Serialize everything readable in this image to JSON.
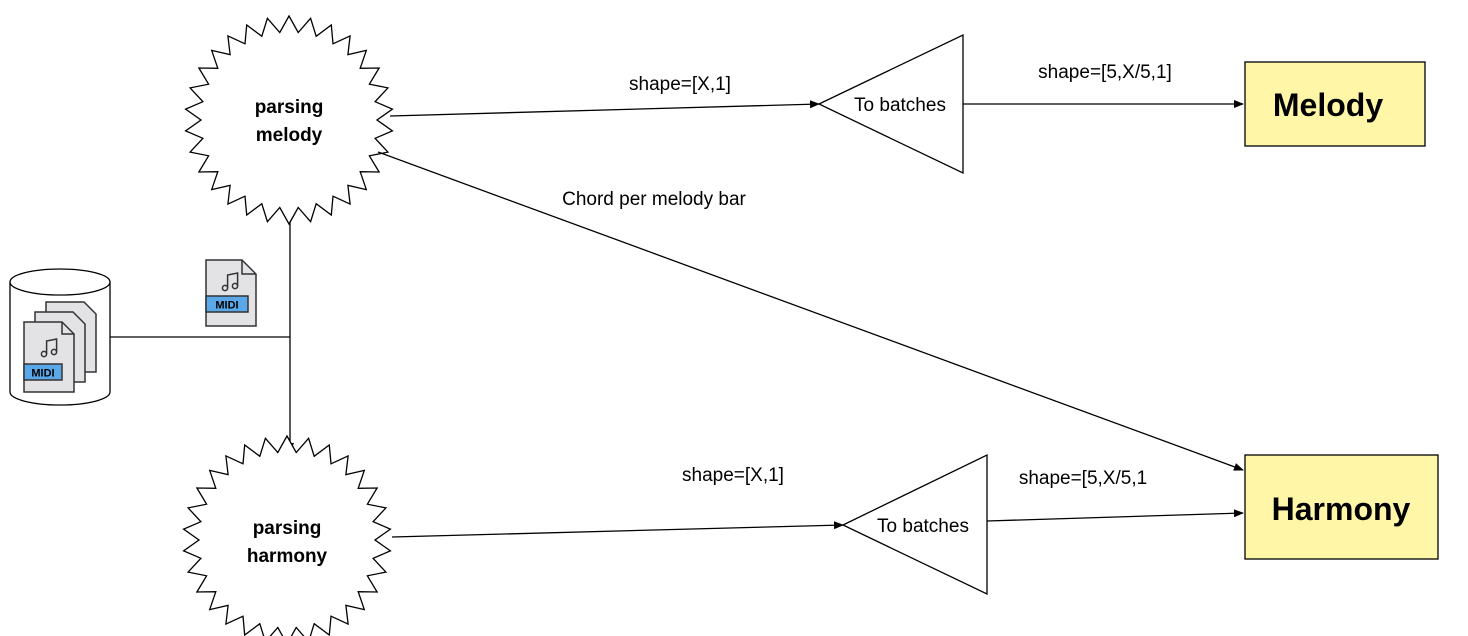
{
  "nodes": {
    "parse_melody": {
      "line1": "parsing",
      "line2": "melody"
    },
    "parse_harmony": {
      "line1": "parsing",
      "line2": "harmony"
    },
    "batch_top": {
      "label": "To batches"
    },
    "batch_bottom": {
      "label": "To batches"
    },
    "melody": {
      "label": "Melody",
      "fill": "#fff6a8"
    },
    "harmony": {
      "label": "Harmony",
      "fill": "#fff6a8"
    },
    "database": {
      "icon": "midi-files-icon"
    },
    "midi_file": {
      "icon": "midi-file-icon",
      "badge": "MIDI"
    },
    "db_badge": "MIDI"
  },
  "edges": {
    "melody_to_batch": "shape=[X,1]",
    "batch_to_melody": "shape=[5,X/5,1]",
    "melody_to_harmony": "Chord per melody bar",
    "harmony_to_batch": "shape=[X,1]",
    "batch_to_harmony": "shape=[5,X/5,1"
  },
  "colors": {
    "midi_badge": "#5aa8e8",
    "file_body": "#e3e3e6"
  }
}
